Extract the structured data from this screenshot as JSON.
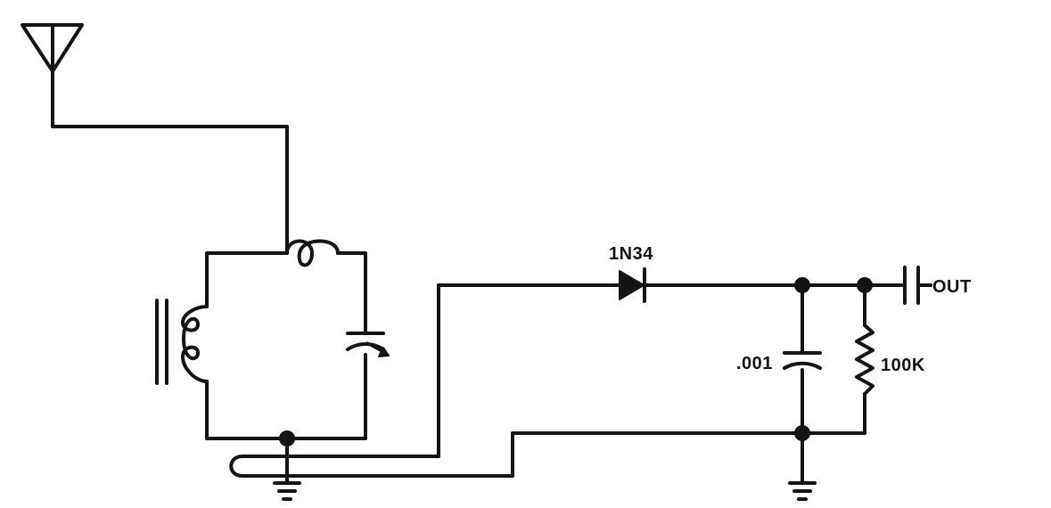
{
  "labels": {
    "diode": "1N34",
    "capacitor": ".001",
    "resistor": "100K",
    "output": "OUT"
  },
  "colors": {
    "ink": "#141414",
    "paper": "#ffffff"
  },
  "components": [
    {
      "name": "antenna",
      "icon": "antenna-icon"
    },
    {
      "name": "coupling-coil",
      "icon": "inductor-icon"
    },
    {
      "name": "ferrite-loopstick-coil",
      "icon": "ferrite-inductor-icon"
    },
    {
      "name": "tuning-capacitor",
      "icon": "variable-capacitor-icon"
    },
    {
      "name": "detector-diode",
      "icon": "diode-icon"
    },
    {
      "name": "filter-capacitor",
      "icon": "capacitor-icon"
    },
    {
      "name": "load-resistor",
      "icon": "resistor-icon"
    },
    {
      "name": "output-capacitor",
      "icon": "capacitor-icon"
    },
    {
      "name": "ground",
      "icon": "ground-icon",
      "count": 2
    }
  ]
}
